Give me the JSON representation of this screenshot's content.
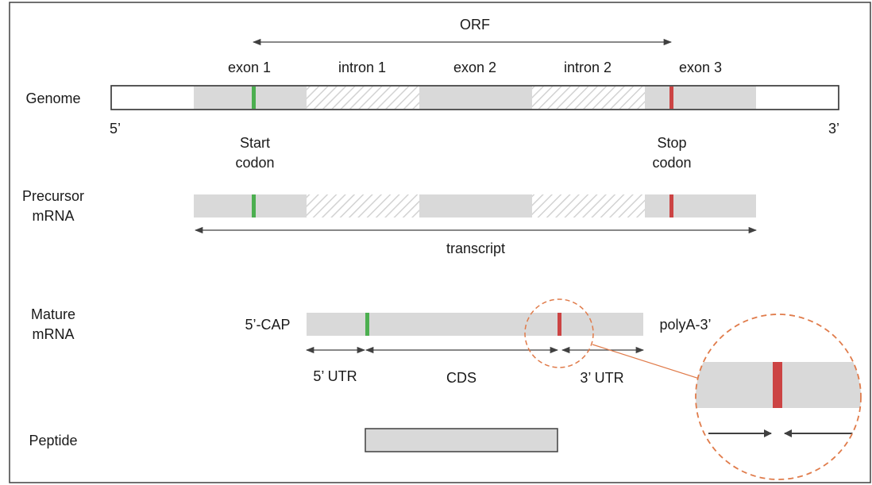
{
  "rows": {
    "genome": "Genome",
    "precursor_line1": "Precursor",
    "precursor_line2": "mRNA",
    "mature_line1": "Mature",
    "mature_line2": "mRNA",
    "peptide": "Peptide"
  },
  "labels": {
    "orf": "ORF",
    "exon1": "exon 1",
    "intron1": "intron 1",
    "exon2": "exon 2",
    "intron2": "intron 2",
    "exon3": "exon 3",
    "five_prime": "5’",
    "three_prime": "3’",
    "start_line1": "Start",
    "start_line2": "codon",
    "stop_line1": "Stop",
    "stop_line2": "codon",
    "transcript": "transcript",
    "cap": "5’-CAP",
    "polya": "polyA-3’",
    "utr5": "5’ UTR",
    "cds": "CDS",
    "utr3": "3’ UTR"
  },
  "colors": {
    "exon_fill": "#d9d9d9",
    "intron_hatch": "#d0d0d0",
    "start_codon": "#4caf50",
    "stop_codon": "#cc4444",
    "zoom_circle": "#e07b4a",
    "outline": "#404040"
  }
}
